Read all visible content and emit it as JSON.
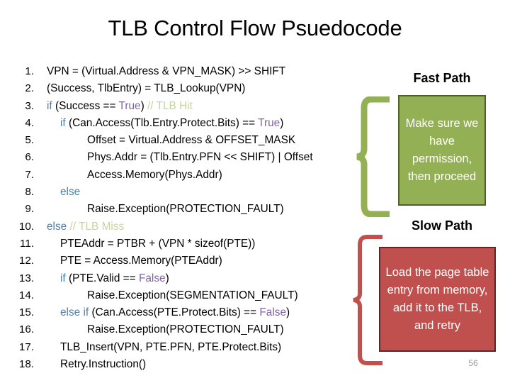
{
  "slide": {
    "title": "TLB Control Flow Psuedocode",
    "page_number": "56"
  },
  "colors": {
    "fast_path_fill": "#94b054",
    "fast_path_border": "#4e6228",
    "slow_path_fill": "#c0504d",
    "slow_path_border": "#632423",
    "keyword": "#4f81a8",
    "boolean": "#8064a2",
    "comment": "#c3d69b",
    "brace_green": "#94b054",
    "brace_red": "#c0504d",
    "page_number": "#9a9a9a"
  },
  "code": {
    "lines": [
      {
        "number": "1.",
        "indent": 0,
        "parts": [
          {
            "text": "VPN = (Virtual.Address & VPN_MASK) >> SHIFT",
            "style": "plain"
          }
        ]
      },
      {
        "number": "2.",
        "indent": 0,
        "parts": [
          {
            "text": "(Success, TlbEntry) = TLB_Lookup(VPN)",
            "style": "plain"
          }
        ]
      },
      {
        "number": "3.",
        "indent": 0,
        "parts": [
          {
            "text": "if ",
            "style": "kw"
          },
          {
            "text": "(Success == ",
            "style": "plain"
          },
          {
            "text": "True",
            "style": "bool"
          },
          {
            "text": ") ",
            "style": "plain"
          },
          {
            "text": "// TLB Hit",
            "style": "comment"
          }
        ]
      },
      {
        "number": "4.",
        "indent": 1,
        "parts": [
          {
            "text": "if ",
            "style": "kw"
          },
          {
            "text": "(Can.Access(Tlb.Entry.Protect.Bits) == ",
            "style": "plain"
          },
          {
            "text": "True",
            "style": "bool"
          },
          {
            "text": ")",
            "style": "plain"
          }
        ]
      },
      {
        "number": "5.",
        "indent": 3,
        "parts": [
          {
            "text": "Offset = Virtual.Address & OFFSET_MASK",
            "style": "plain"
          }
        ]
      },
      {
        "number": "6.",
        "indent": 3,
        "parts": [
          {
            "text": "Phys.Addr = (Tlb.Entry.PFN << SHIFT) | Offset",
            "style": "plain"
          }
        ]
      },
      {
        "number": "7.",
        "indent": 3,
        "parts": [
          {
            "text": "Access.Memory(Phys.Addr)",
            "style": "plain"
          }
        ]
      },
      {
        "number": "8.",
        "indent": 1,
        "parts": [
          {
            "text": "else",
            "style": "kw"
          }
        ]
      },
      {
        "number": "9.",
        "indent": 3,
        "parts": [
          {
            "text": "Raise.Exception(PROTECTION_FAULT)",
            "style": "plain"
          }
        ]
      },
      {
        "number": "10.",
        "indent": 0,
        "parts": [
          {
            "text": "else ",
            "style": "kw"
          },
          {
            "text": "// TLB Miss",
            "style": "comment"
          }
        ]
      },
      {
        "number": "11.",
        "indent": 1,
        "parts": [
          {
            "text": "PTEAddr = PTBR + (VPN * sizeof(PTE))",
            "style": "plain"
          }
        ]
      },
      {
        "number": "12.",
        "indent": 1,
        "parts": [
          {
            "text": "PTE = Access.Memory(PTEAddr)",
            "style": "plain"
          }
        ]
      },
      {
        "number": "13.",
        "indent": 1,
        "parts": [
          {
            "text": "if ",
            "style": "kw"
          },
          {
            "text": "(PTE.Valid == ",
            "style": "plain"
          },
          {
            "text": "False",
            "style": "bool"
          },
          {
            "text": ")",
            "style": "plain"
          }
        ]
      },
      {
        "number": "14.",
        "indent": 3,
        "parts": [
          {
            "text": "Raise.Exception(SEGMENTATION_FAULT)",
            "style": "plain"
          }
        ]
      },
      {
        "number": "15.",
        "indent": 1,
        "parts": [
          {
            "text": "else if ",
            "style": "kw"
          },
          {
            "text": "(Can.Access(PTE.Protect.Bits) == ",
            "style": "plain"
          },
          {
            "text": "False",
            "style": "bool"
          },
          {
            "text": ")",
            "style": "plain"
          }
        ]
      },
      {
        "number": "16.",
        "indent": 3,
        "parts": [
          {
            "text": "Raise.Exception(PROTECTION_FAULT)",
            "style": "plain"
          }
        ]
      },
      {
        "number": "17.",
        "indent": 1,
        "parts": [
          {
            "text": "TLB_Insert(VPN, PTE.PFN, PTE.Protect.Bits)",
            "style": "plain"
          }
        ]
      },
      {
        "number": "18.",
        "indent": 1,
        "parts": [
          {
            "text": "Retry.Instruction()",
            "style": "plain"
          }
        ]
      }
    ]
  },
  "annotations": {
    "fast_path": {
      "heading": "Fast Path",
      "body": "Make sure we have permission, then proceed"
    },
    "slow_path": {
      "heading": "Slow Path",
      "body": "Load the page table entry from memory, add it to the TLB, and retry"
    }
  }
}
